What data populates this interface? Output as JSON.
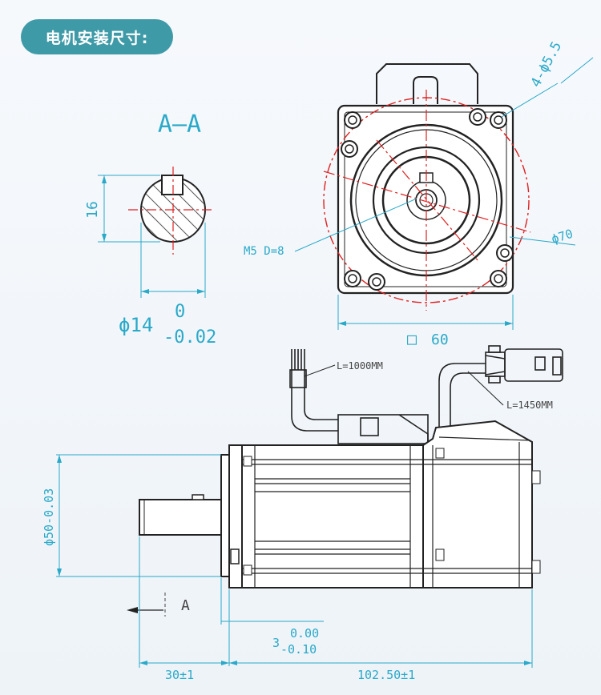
{
  "header": {
    "title": "电机安装尺寸:"
  },
  "section": {
    "label": "A—A",
    "marker": "A"
  },
  "dimensions": {
    "keyway_height": "16",
    "shaft_dia": "ϕ14",
    "shaft_tol_upper": "0",
    "shaft_tol_lower": "-0.02",
    "holes": "4-ϕ5.5",
    "bolt_circle": "ϕ70",
    "thread": "M5 D=8",
    "flange_square_symbol": "□",
    "flange_square": "60",
    "pilot_dia": "ϕ50-0.03",
    "pilot_depth_base": "3",
    "pilot_depth_upper": "0.00",
    "pilot_depth_lower": "-0.10",
    "shaft_length": "30±1",
    "body_length": "102.50±1"
  },
  "cables": {
    "power": "L=1000MM",
    "encoder": "L=1450MM"
  },
  "colors": {
    "header_bg": "#3f9aa8",
    "dimension": "#2aa9c9",
    "centerline": "#e02020",
    "outline": "#222222"
  }
}
